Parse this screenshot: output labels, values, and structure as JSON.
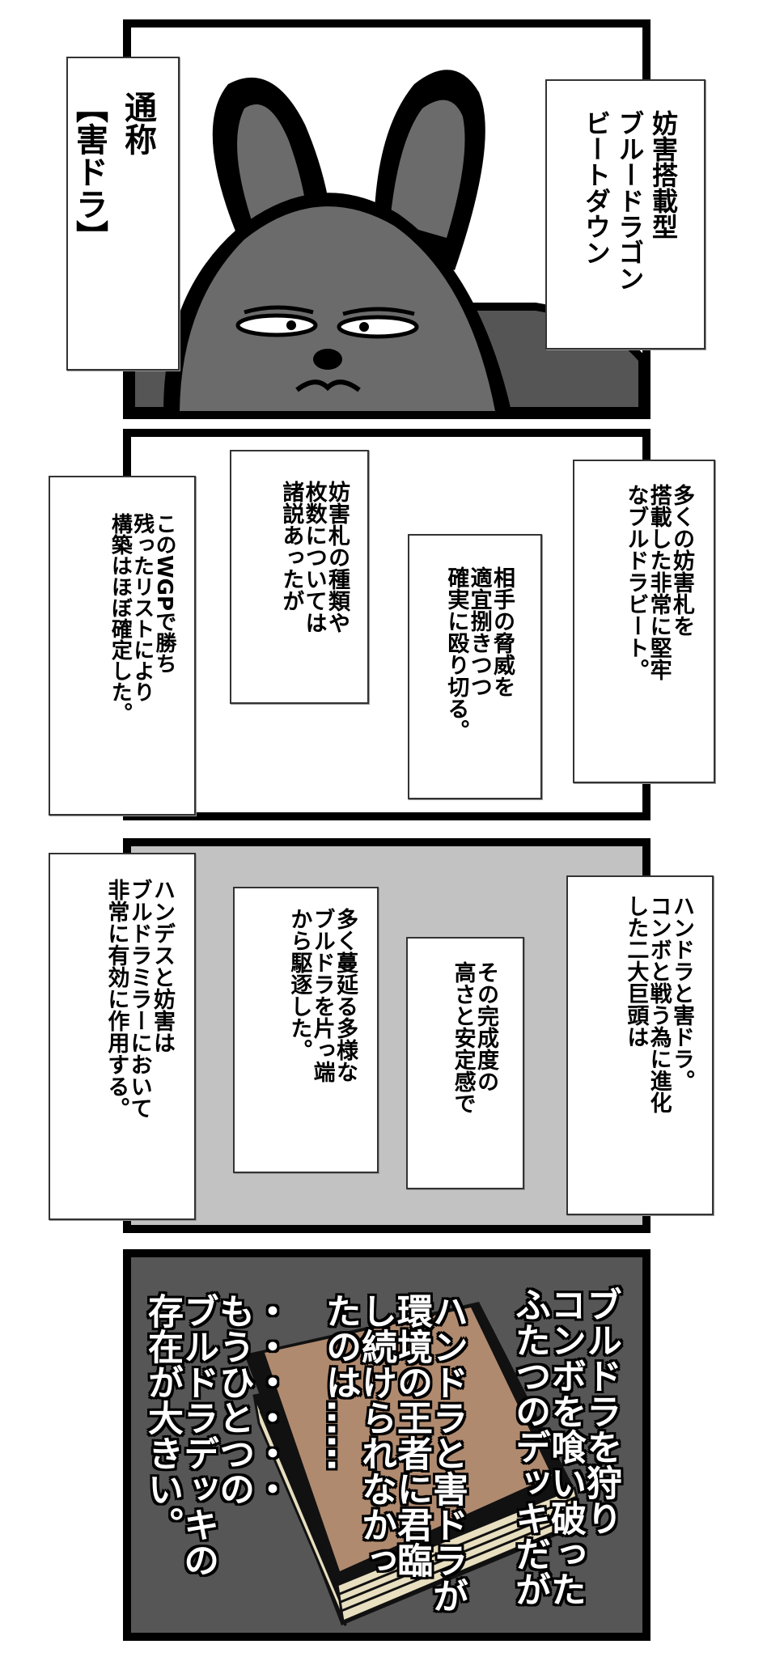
{
  "panel1": {
    "left_caption": "通称\n【害ドラ】",
    "right_caption": "妨害搭載型\nブルードラゴン\nビートダウン"
  },
  "panel2": {
    "caption_right": "多くの妨害札を\n搭載した非常に堅牢\nなブルドラビート。",
    "caption_center": "相手の脅威を\n適宜捌きつつ\n確実に殴り切る。",
    "caption_mid_left": "妨害札の種類や\n枚数については\n諸説あったが",
    "caption_left": "このWGPで勝ち\n残ったリストにより\n構築はほぼ確定した。"
  },
  "panel3": {
    "caption_right": "ハンドラと害ドラ。\nコンボと戦う為に進化\nした二大巨頭は",
    "caption_center": "その完成度の\n高さと安定感で",
    "caption_mid_left": "多く蔓延る多様な\nブルドラを片っ端\nから駆逐した。",
    "caption_left": "ハンデスと妨害は\nブルドラミラーにおいて\n非常に有効に作用する。"
  },
  "panel4": {
    "narration_col1": "ブルドラを狩り\nコンボを喰い破った\nふたつのデッキだが",
    "narration_col2": "ハンドラと害ドラが\n環境の王者に君臨\nし続けられなかっ\nたのは……",
    "narration_col3": "・・・・・・\nもうひとつの\nブルドラデッキの\n存在が大きい。"
  },
  "colors": {
    "panel3_bg": "#c2c2c2",
    "panel4_bg": "#565656",
    "rabbit_body": "#6b6b6b",
    "deck_top": "#b08a6f",
    "deck_page": "#e8dfc0"
  }
}
